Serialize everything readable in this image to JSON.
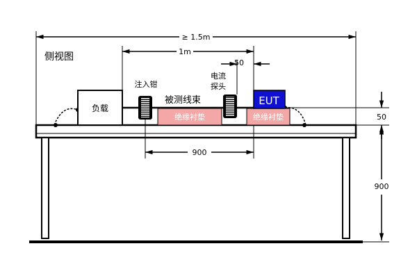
{
  "view_label": "侧视图",
  "dims": {
    "overall": "≥ 1.5m",
    "span_1m": "1m",
    "probe_gap": "50",
    "clamp_to_eut": "900",
    "cable_height": "50",
    "table_height": "900"
  },
  "labels": {
    "load": "负载",
    "injection_clamp": "注入钳",
    "cable_bundle": "被测线束",
    "current_probe_line1": "电流",
    "current_probe_line2": "探头",
    "eut": "EUT",
    "insulation_pad_1": "绝缘衬垫",
    "insulation_pad_2": "绝缘衬垫"
  },
  "colors": {
    "insulation_pad": "#f4a7a7",
    "eut": "#1010d0",
    "eut_text": "#ffffff",
    "line": "#000000"
  }
}
